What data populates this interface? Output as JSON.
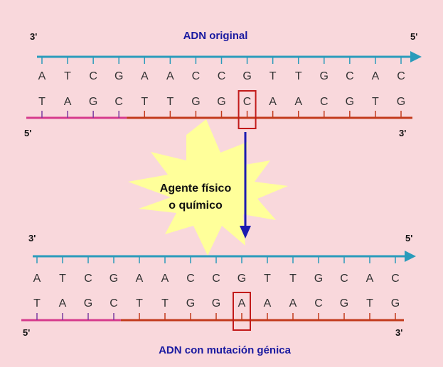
{
  "colors": {
    "background": "#f9d8dc",
    "top_strand": "#2a9bbb",
    "bottom_strand": "#c23a1c",
    "bottom_strand_start": "#d63a8c",
    "tick": "#7a3aa0",
    "highlight_box": "#c21a1a",
    "mutated_base": "#c21a1a",
    "title": "#1a1aa0",
    "arrow": "#1c1cb0",
    "burst": "#ffff9a"
  },
  "top_panel": {
    "title": "ADN original",
    "top_left_label": "3'",
    "top_right_label": "5'",
    "bottom_left_label": "5'",
    "bottom_right_label": "3'",
    "top_bases": [
      "A",
      "T",
      "C",
      "G",
      "A",
      "A",
      "C",
      "C",
      "G",
      "T",
      "T",
      "G",
      "C",
      "A",
      "C"
    ],
    "bottom_bases": [
      "T",
      "A",
      "G",
      "C",
      "T",
      "T",
      "G",
      "G",
      "C",
      "A",
      "A",
      "C",
      "G",
      "T",
      "G"
    ],
    "highlight_index": 8
  },
  "agent": {
    "line1": "Agente físico",
    "line2": "o químico"
  },
  "bottom_panel": {
    "title": "ADN con mutación génica",
    "top_left_label": "3'",
    "top_right_label": "5'",
    "bottom_left_label": "5'",
    "bottom_right_label": "3'",
    "top_bases": [
      "A",
      "T",
      "C",
      "G",
      "A",
      "A",
      "C",
      "C",
      "G",
      "T",
      "T",
      "G",
      "C",
      "A",
      "C"
    ],
    "bottom_bases": [
      "T",
      "A",
      "G",
      "C",
      "T",
      "T",
      "G",
      "G",
      "A",
      "A",
      "A",
      "C",
      "G",
      "T",
      "G"
    ],
    "highlight_index": 8
  }
}
